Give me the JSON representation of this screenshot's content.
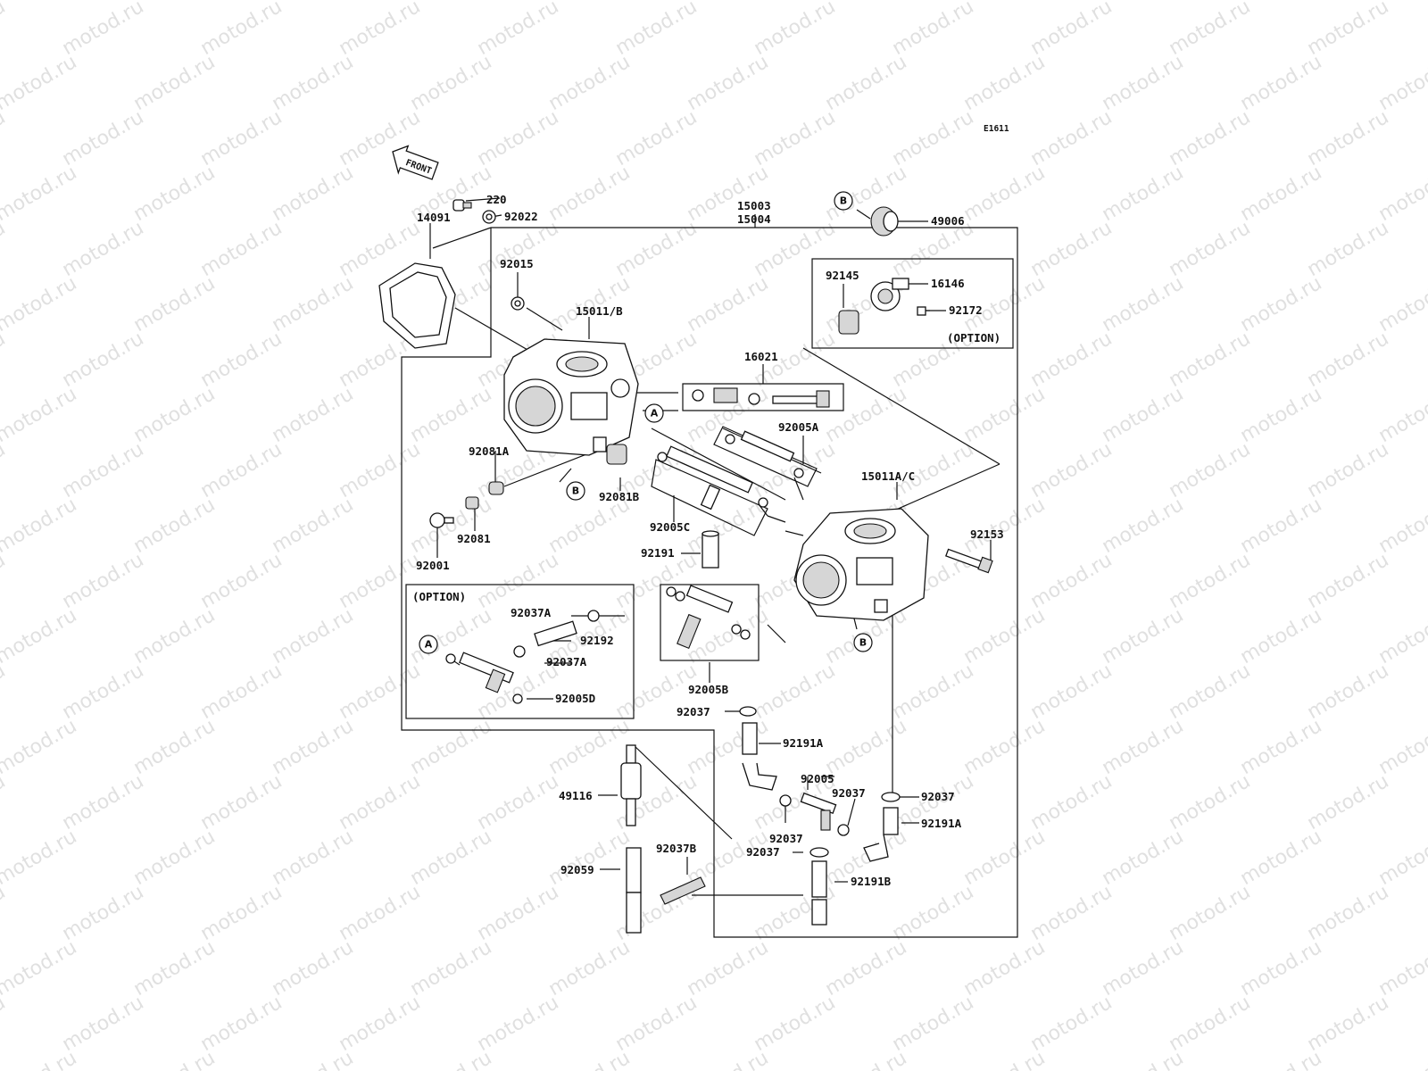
{
  "watermark": "motod.ru",
  "diagram_code": "E1611",
  "front_arrow": {
    "label": "FRONT",
    "icon": "front-arrow-icon"
  },
  "option_label": "(OPTION)",
  "ref_markers": {
    "a": "A",
    "b": "B"
  },
  "parts": {
    "p220": "220",
    "p92022": "92022",
    "p14091": "14091",
    "p92015": "92015",
    "p15003": "15003",
    "p15004": "15004",
    "p49006": "49006",
    "p92145": "92145",
    "p16146": "16146",
    "p92172": "92172",
    "p15011b": "15011/B",
    "p16021": "16021",
    "p92005a": "92005A",
    "p92081a": "92081A",
    "p92081b": "92081B",
    "p15011ac": "15011A/C",
    "p92001": "92001",
    "p92081": "92081",
    "p92005c": "92005C",
    "p92191": "92191",
    "p92153": "92153",
    "p92037a_1": "92037A",
    "p92192": "92192",
    "p92037a_2": "92037A",
    "p92005d": "92005D",
    "p92005b": "92005B",
    "p92037_1": "92037",
    "p92191a_1": "92191A",
    "p92005": "92005",
    "p92037_2": "92037",
    "p92037_3": "92037",
    "p49116": "49116",
    "p92037_4": "92037",
    "p92191a_2": "92191A",
    "p92037_5": "92037",
    "p92037b": "92037B",
    "p92059": "92059",
    "p92191b": "92191B"
  }
}
